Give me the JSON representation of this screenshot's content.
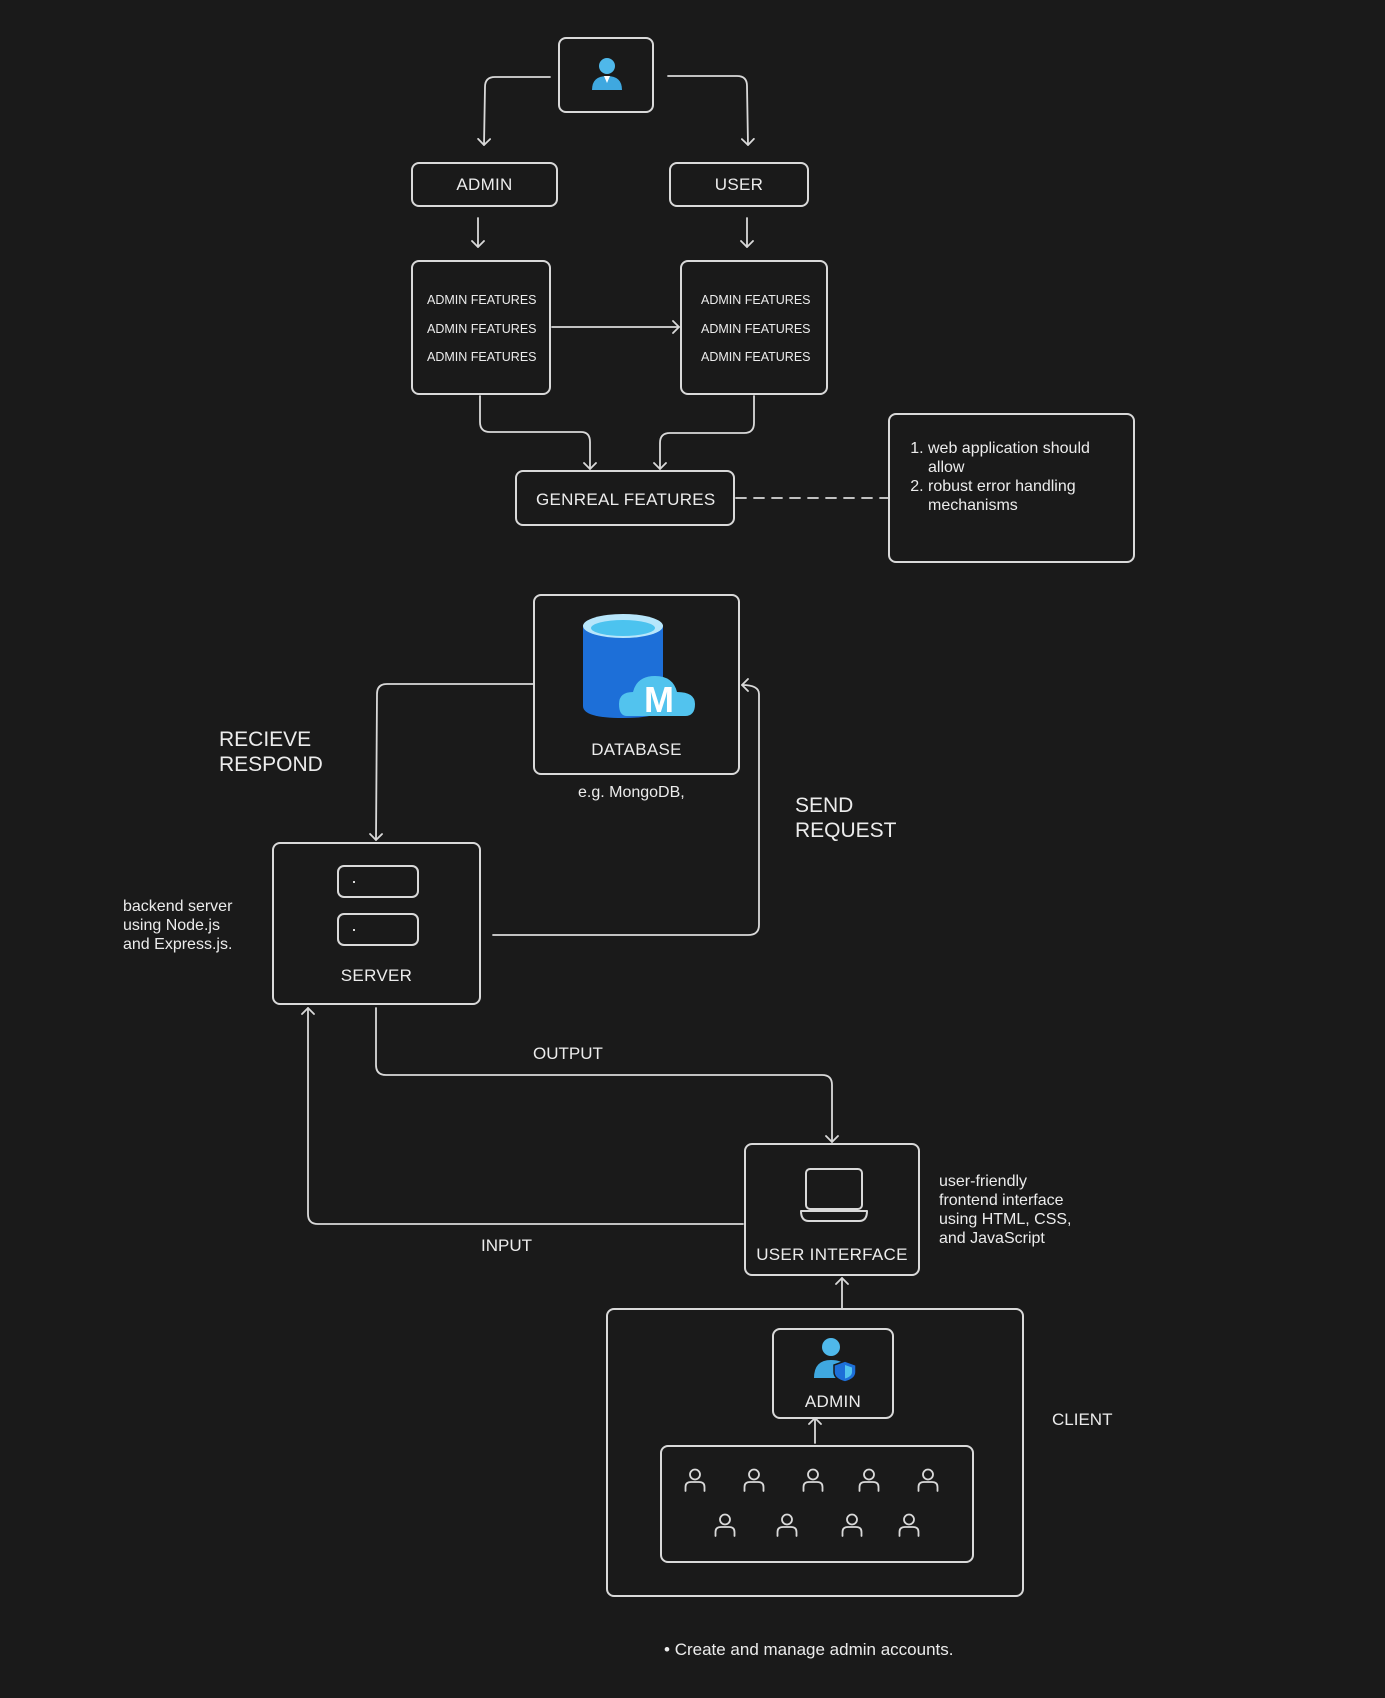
{
  "top_section": {
    "admin_label": "ADMIN",
    "user_label": "USER",
    "admin_features": [
      "ADMIN FEATURES",
      "ADMIN FEATURES",
      "ADMIN FEATURES"
    ],
    "user_features": [
      "ADMIN FEATURES",
      "ADMIN FEATURES",
      "ADMIN FEATURES"
    ],
    "general_features_label": "GENREAL FEATURES",
    "notes": [
      "web application should allow",
      "robust error handling mechanisms"
    ]
  },
  "database": {
    "label": "DATABASE",
    "caption": "e.g. MongoDB,",
    "logo_letter": "M"
  },
  "edges": {
    "recieve_respond": [
      "RECIEVE",
      "RESPOND"
    ],
    "send_request": [
      "SEND",
      "REQUEST"
    ],
    "output": "OUTPUT",
    "input": "INPUT"
  },
  "server": {
    "label": "SERVER",
    "note": [
      "backend server",
      "using Node.js",
      "and Express.js."
    ]
  },
  "user_interface": {
    "label": "USER INTERFACE",
    "note": [
      "user-friendly",
      "frontend interface",
      "using HTML, CSS,",
      "and JavaScript"
    ]
  },
  "client": {
    "label": "CLIENT",
    "admin_label": "ADMIN",
    "users_row1_count": 5,
    "users_row2_count": 4
  },
  "footer": {
    "bullet": "Create and manage admin accounts."
  },
  "colors": {
    "background": "#1a1a1a",
    "stroke": "#d9d9d9",
    "icon_blue": "#3fa8e0",
    "db_blue": "#1d6fd8"
  }
}
